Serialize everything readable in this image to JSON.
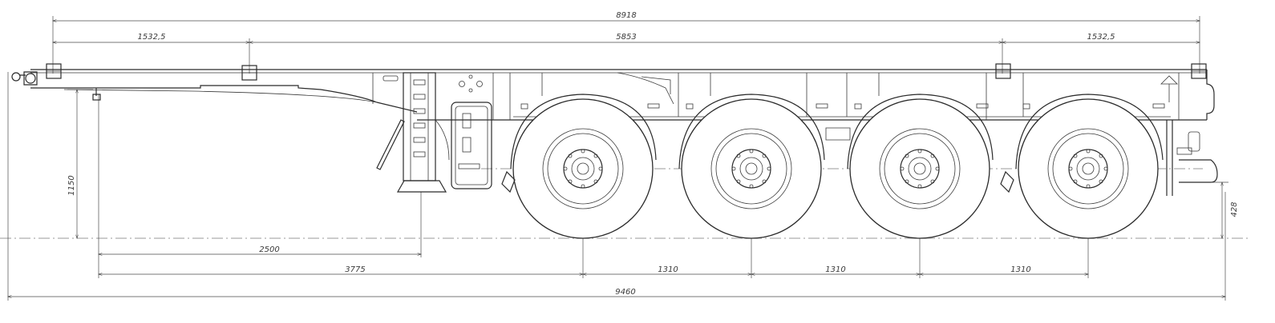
{
  "drawing": {
    "dimensions": {
      "overall_top": "8918",
      "left_twistlock_span": "1532,5",
      "middle_span": "5853",
      "right_twistlock_span": "1532,5",
      "deck_height": "1150",
      "landing_gear": "2500",
      "to_first_axle": "3775",
      "axle_spacing_1": "1310",
      "axle_spacing_2": "1310",
      "axle_spacing_3": "1310",
      "overall_length": "9460",
      "rear_height": "428"
    },
    "axle_count": 4,
    "line_color": "#2b2b2b"
  }
}
